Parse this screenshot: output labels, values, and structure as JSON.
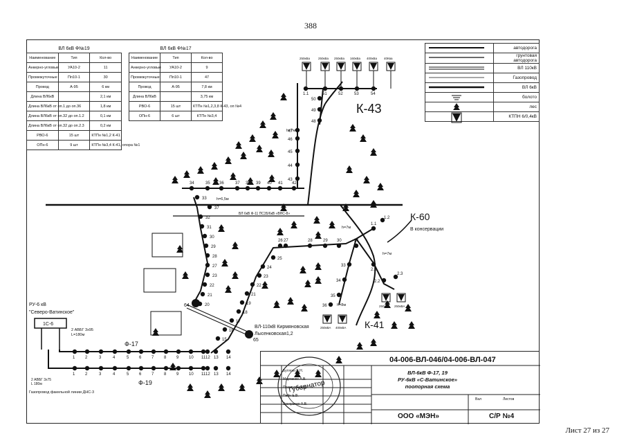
{
  "page_number": "388",
  "sheet_label": "Лист 27 из 27",
  "table_f19": {
    "title": "ВЛ 6кВ Ф№19",
    "headers": [
      "Наименование",
      "Тип",
      "Кол-во"
    ],
    "rows": [
      [
        "Анкерно-угловые",
        "УА10-2",
        "11"
      ],
      [
        "Промежуточные",
        "Пп10-1",
        "30"
      ],
      [
        "Провод",
        "А-95",
        "6 км"
      ],
      [
        "Длина ВЛ6кВ",
        "",
        "2,1 км"
      ],
      [
        "Длина ВЛ6кВ от оп.1 до оп.36",
        "",
        "1,8 км"
      ],
      [
        "Длина ВЛ6кВ от оп.32 до оп.1.2",
        "",
        "0,1 км"
      ],
      [
        "Длина ВЛ6кВ от оп.32 до оп.2.3",
        "",
        "0,2 км"
      ],
      [
        "РВО-6",
        "15 шт",
        "КТПн №1,2 К-41"
      ],
      [
        "ОПн-6",
        "9 шт",
        "КТПн №3,4 К-41, опора №1"
      ]
    ]
  },
  "table_f17": {
    "title": "ВЛ 6кВ Ф№17",
    "headers": [
      "Наименование",
      "Тип",
      "Кол-во"
    ],
    "rows": [
      [
        "Анкерно-угловые",
        "УА10-2",
        "9"
      ],
      [
        "Промежуточные",
        "Пп10-1",
        "47"
      ],
      [
        "Провод",
        "А-95",
        "7,8 км"
      ],
      [
        "Длина ВЛ6кВ",
        "",
        "3,75 км"
      ],
      [
        "РВО-6",
        "15 шт",
        "КТПн №1,2,3,8 К-43, оп №4"
      ],
      [
        "ОПн-6",
        "6 шт",
        "КТПн №3,4"
      ]
    ]
  },
  "legend": [
    {
      "icon": "road-line",
      "label": "автодорога"
    },
    {
      "icon": "dirt-road-line",
      "label": "грунтовая автодорога"
    },
    {
      "icon": "double-line",
      "label": "ВЛ 110кВ"
    },
    {
      "icon": "thin-line",
      "label": "Газопровод"
    },
    {
      "icon": "thick-line",
      "label": "ВЛ 6кВ"
    },
    {
      "icon": "swamp-symbol",
      "label": "болото"
    },
    {
      "icon": "tree-symbol",
      "label": "лес"
    },
    {
      "icon": "transformer-triangle",
      "label": "КТПН 6/0,4кВ"
    }
  ],
  "map": {
    "k43": "К-43",
    "k60": "К-60",
    "k60_sub": "В консервации",
    "k41": "К-41",
    "ru_title": "РУ-6 кВ",
    "ru_name": "\"Северо-Ватинское\"",
    "ru_cell": "1С-6",
    "cable": "2 АВБГ 3х95",
    "cable_len": "L=180м",
    "cable2": "2 АВБГ 3х75",
    "cable2_len": "L 180м",
    "gas_label": "Газопровод факельной линии ДНС-3",
    "f17": "Ф-17",
    "f19": "Ф-19",
    "vl110": "ВЛ-110кВ Кирмяновская",
    "vl110b": "Лысенковская1,2",
    "crossing": "ВЛ 6кВ Ф-11 ПС35/6кВ «ВНС-8»",
    "tp_top": [
      "250кВа",
      "250кВа",
      "250кВа",
      "160кВа",
      "400кВа",
      "40Квa"
    ],
    "tp_k41_right": [
      "250кВА",
      "250кВА"
    ],
    "tp_k41_bottom": [
      "250кВА",
      "400кВА"
    ],
    "h1": "h=7м",
    "h2": "h=6,5м",
    "h3": "h=7м",
    "h4": "h=7м",
    "h5": "h=8м",
    "support_64": "64",
    "support_65": "65",
    "nodes_f17_bottom": [
      "1",
      "2",
      "3",
      "4",
      "5",
      "6",
      "7",
      "8",
      "9",
      "10",
      "11",
      "12",
      "13",
      "14"
    ],
    "nodes_f19_bottom": [
      "1",
      "2",
      "3",
      "4",
      "5",
      "6",
      "7",
      "8",
      "9",
      "10",
      "11",
      "12",
      "13",
      "14"
    ]
  },
  "title_block": {
    "code": "04-006-ВЛ-046/04-006-ВЛ-047",
    "line1": "ВЛ-6кВ Ф-17, 19",
    "line2": "РУ-6кВ «С-Ватинское»",
    "line3": "поопорная схема",
    "company": "ООО «МЭН»",
    "sheet": "С/Р №4",
    "stamp_text": "Губернатор",
    "col_stage": "Вал",
    "col_list": "Листов",
    "names": [
      "Бутягин В.Н.",
      "Марченко А.В.",
      "Пристугла Е.В.",
      "Пейн Е.В.",
      "Зинчренко А.В."
    ]
  }
}
